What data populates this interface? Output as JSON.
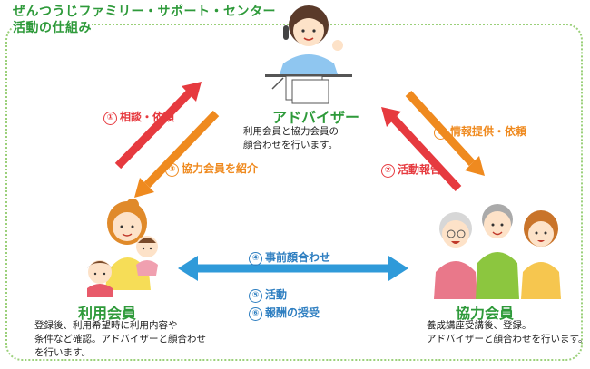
{
  "header": {
    "line1": "ぜんつうじファミリー・サポート・センター",
    "line2": "活動の仕組み"
  },
  "advisor": {
    "name": "アドバイザー",
    "desc_line1": "利用会員と協力会員の",
    "desc_line2": "顔合わせを行います。"
  },
  "user_member": {
    "name": "利用会員",
    "desc_line1": "登録後、利用希望時に利用内容や",
    "desc_line2": "条件など確認。アドバイザーと顔合わせ",
    "desc_line3": "を行います。"
  },
  "coop_member": {
    "name": "協力会員",
    "desc_line1": "養成講座受講後、登録。",
    "desc_line2": "アドバイザーと顔合わせを行います。"
  },
  "steps": [
    {
      "num": "①",
      "label": "相談・依頼"
    },
    {
      "num": "②",
      "label": "情報提供・依頼"
    },
    {
      "num": "③",
      "label": "協力会員を紹介"
    },
    {
      "num": "④",
      "label": "事前顔合わせ"
    },
    {
      "num": "⑤",
      "label": "活動"
    },
    {
      "num": "⑥",
      "label": "報酬の授受"
    },
    {
      "num": "⑦",
      "label": "活動報告"
    }
  ],
  "colors": {
    "green": "#2e9a3a",
    "red": "#e63a3f",
    "orange": "#ef8a1f",
    "blue": "#2f7fc1"
  }
}
